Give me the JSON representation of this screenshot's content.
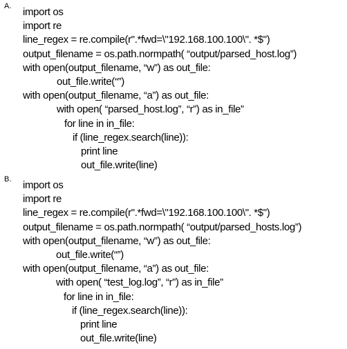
{
  "options": [
    {
      "letter": "A.",
      "lines": [
        "import os",
        "import re",
        "line_regex = re.compile(r\".*fwd=\\\"192.168.100.100\\\". *$\")",
        "output_filename = os.path.normpath( “output/parsed_host.log”)",
        "with open(output_filename, “w”) as out_file:",
        "out_file.write(“”)",
        "with open(output_filename, “a”) as out_file:",
        "with open( “parsed_host.log”, “r”) as in_file”",
        "for line in in_file:",
        "if (line_regex.search(line)):",
        "print line",
        "out_file.write(line)"
      ]
    },
    {
      "letter": "B.",
      "lines": [
        "import os",
        "import re",
        "line_regex = re.compile(r\".*fwd=\\\"192.168.100.100\\\". *$\")",
        "output_filename = os.path.normpath( “output/parsed_hosts.log”)",
        "with open(output_filename, “w”) as out_file:",
        "out_file.write(“”)",
        "with open(output_filename, “a”) as out_file:",
        "with open( “test_log.log”, “r”) as in_file”",
        "for line in in_file:",
        "if (line_regex.search(line)):",
        "print line",
        "out_file.write(line)"
      ]
    }
  ]
}
